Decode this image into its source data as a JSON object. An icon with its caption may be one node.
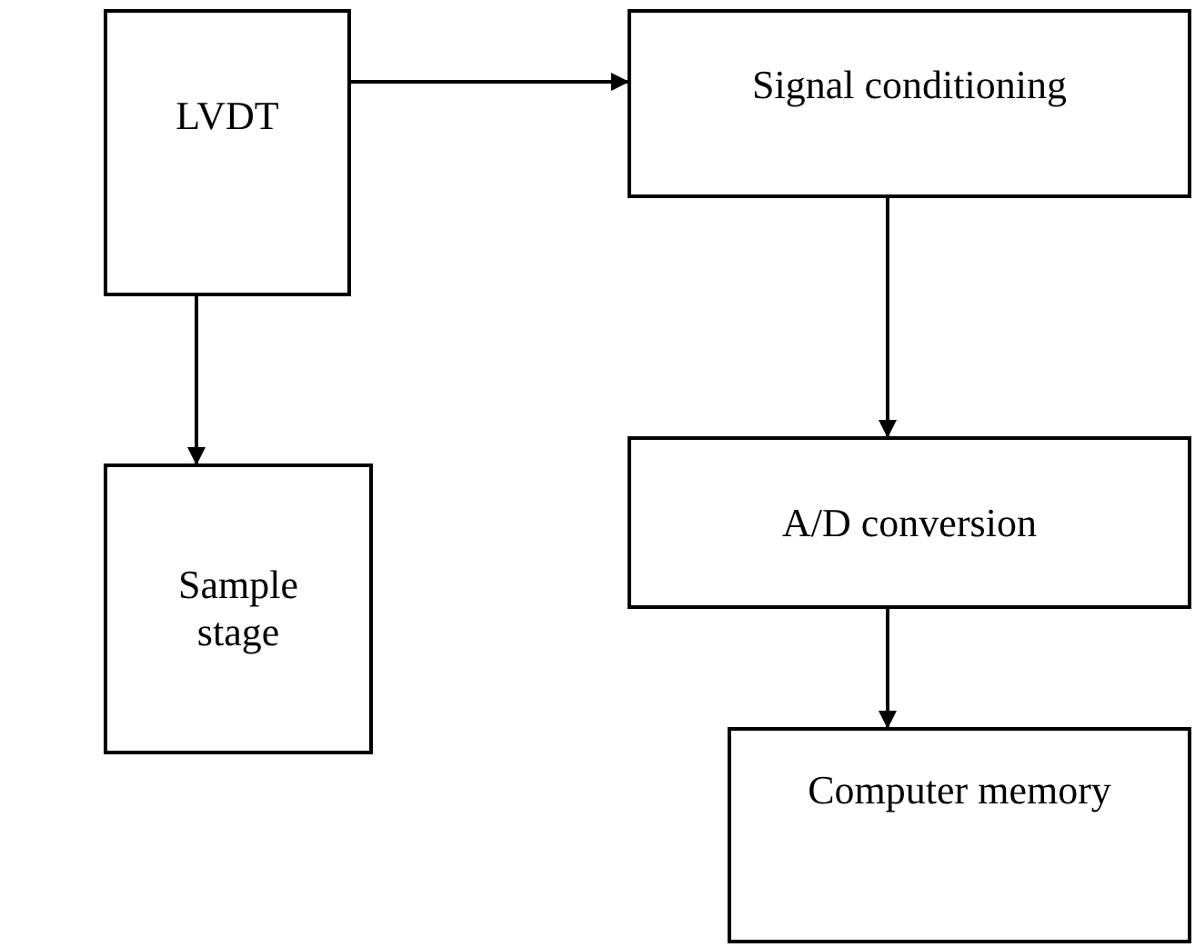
{
  "diagram": {
    "nodes": [
      {
        "text": [
          "LVDT"
        ]
      },
      {
        "text": [
          "Signal conditioning"
        ]
      },
      {
        "text": [
          "Sample stage"
        ]
      },
      {
        "text": [
          "A/D conversion"
        ]
      },
      {
        "text": [
          "Computer memory"
        ]
      }
    ],
    "edges": [
      {
        "from": 0,
        "to": 1,
        "arrow": "to"
      },
      {
        "from": 0,
        "to": 2,
        "arrow": "to"
      },
      {
        "from": 1,
        "to": 3,
        "arrow": "to"
      },
      {
        "from": 3,
        "to": 4,
        "arrow": "to"
      }
    ]
  }
}
